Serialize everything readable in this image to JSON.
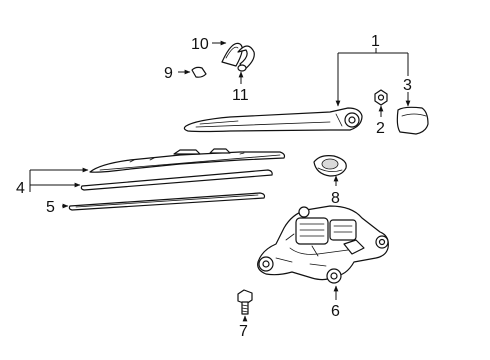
{
  "callouts": {
    "c1": "1",
    "c2": "2",
    "c3": "3",
    "c4": "4",
    "c5": "5",
    "c6": "6",
    "c7": "7",
    "c8": "8",
    "c9": "9",
    "c10": "10",
    "c11": "11"
  },
  "colors": {
    "line": "#111111",
    "background": "#ffffff",
    "shade": "#d9d9d9"
  }
}
